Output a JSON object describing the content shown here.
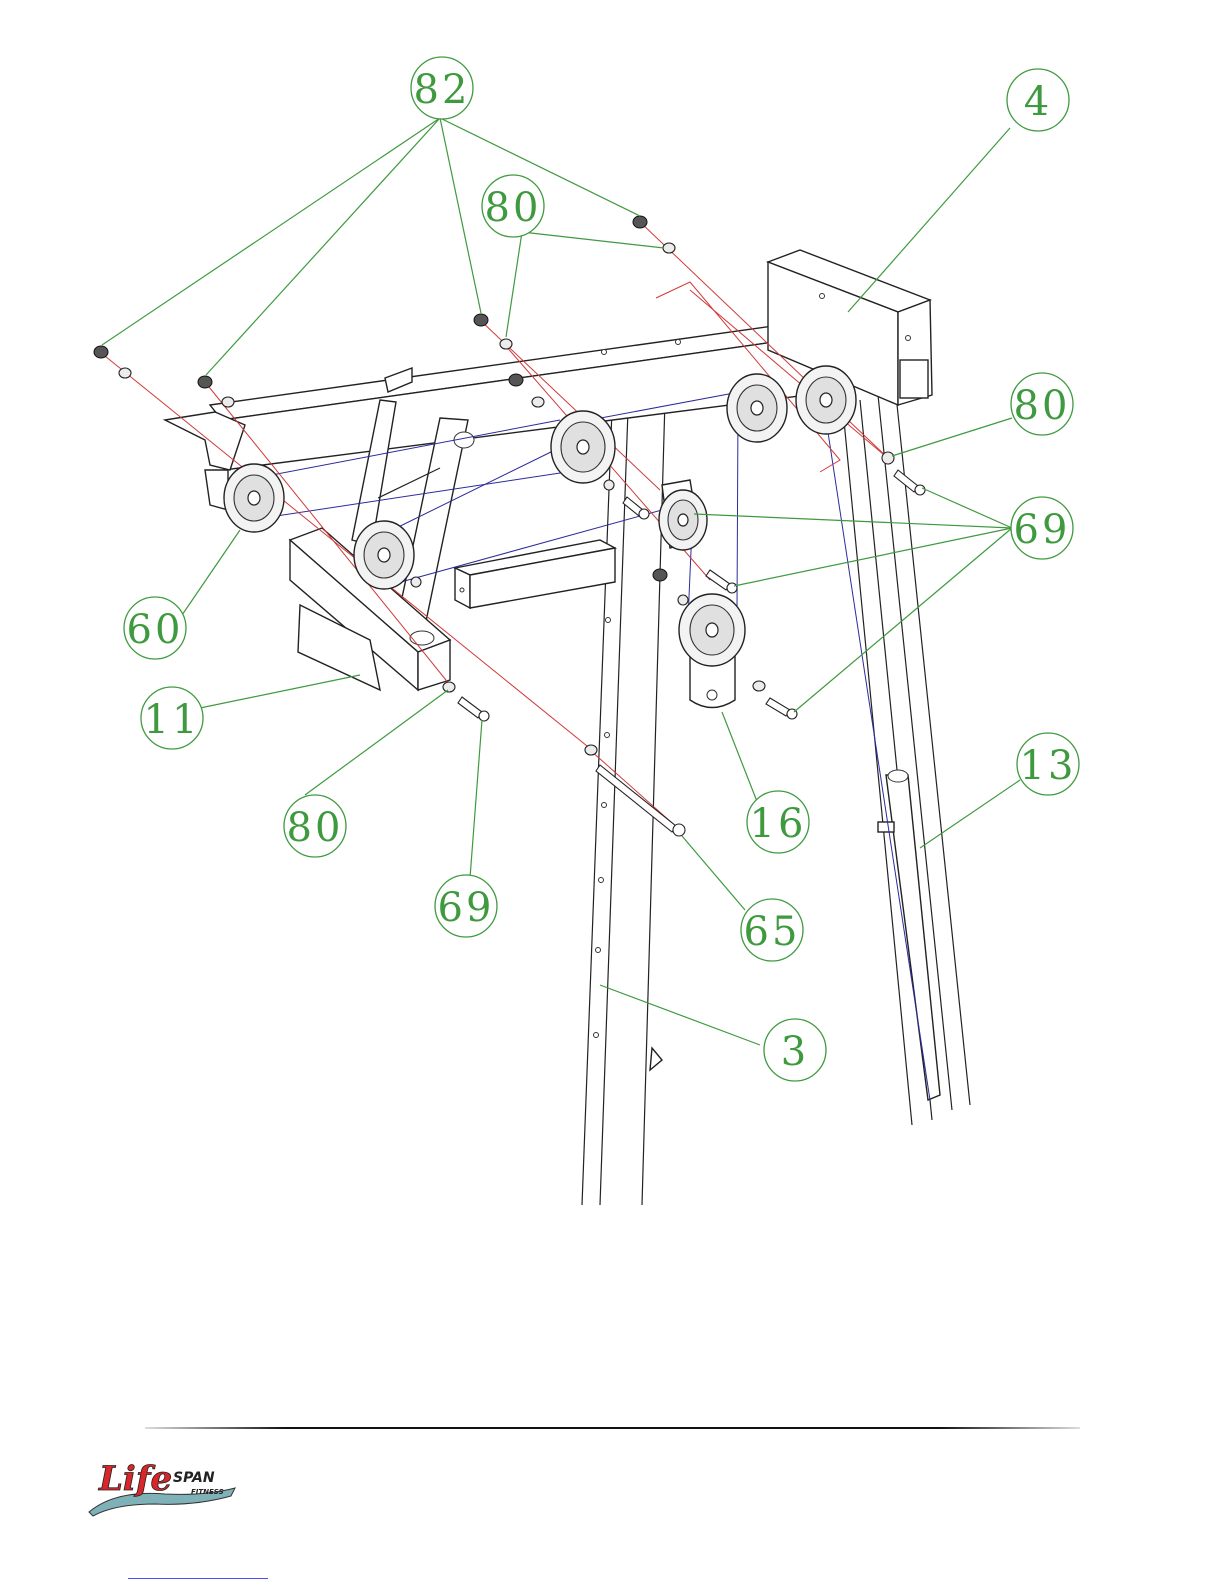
{
  "callouts": [
    {
      "id": "82",
      "label": "82"
    },
    {
      "id": "4",
      "label": "4"
    },
    {
      "id": "80a",
      "label": "80"
    },
    {
      "id": "80b",
      "label": "80"
    },
    {
      "id": "69a",
      "label": "69"
    },
    {
      "id": "60",
      "label": "60"
    },
    {
      "id": "11",
      "label": "11"
    },
    {
      "id": "80c",
      "label": "80"
    },
    {
      "id": "69b",
      "label": "69"
    },
    {
      "id": "16",
      "label": "16"
    },
    {
      "id": "13",
      "label": "13"
    },
    {
      "id": "65",
      "label": "65"
    },
    {
      "id": "3",
      "label": "3"
    }
  ],
  "logo": {
    "brand_script": "Life",
    "brand_caps": "SPAN",
    "brand_sub": "FITNESS"
  },
  "colors": {
    "callout": "#3f9a3f",
    "cable": "#2b2b9a",
    "axis": "#d23a3a",
    "logo_red": "#d8262b",
    "logo_teal": "#7fb1b8"
  }
}
